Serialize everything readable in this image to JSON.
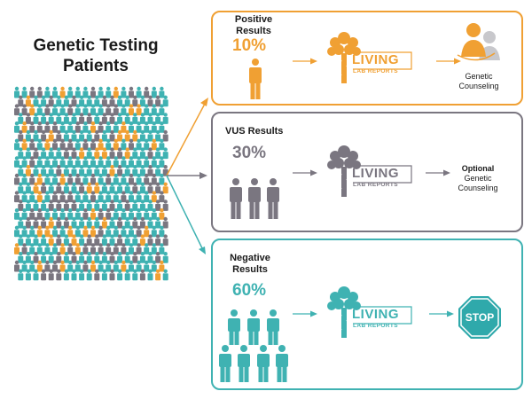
{
  "title_line1": "Genetic Testing",
  "title_line2": "Patients",
  "colors": {
    "orange": "#f0a033",
    "gray": "#7a7680",
    "teal": "#3fb2b2",
    "stop_red": "#2fa9ab"
  },
  "logo": {
    "line1": "LIVING",
    "line2": "LAB REPORTS"
  },
  "positive": {
    "label_line1": "Positive",
    "label_line2": "Results",
    "percent": "10%",
    "outcome_line1": "Genetic",
    "outcome_line2": "Counseling"
  },
  "vus": {
    "label": "VUS Results",
    "percent": "30%",
    "outcome_line1": "Optional",
    "outcome_line2": "Genetic",
    "outcome_line3": "Counseling"
  },
  "negative": {
    "label_line1": "Negative",
    "label_line2": "Results",
    "percent": "60%",
    "stop_text": "STOP"
  }
}
